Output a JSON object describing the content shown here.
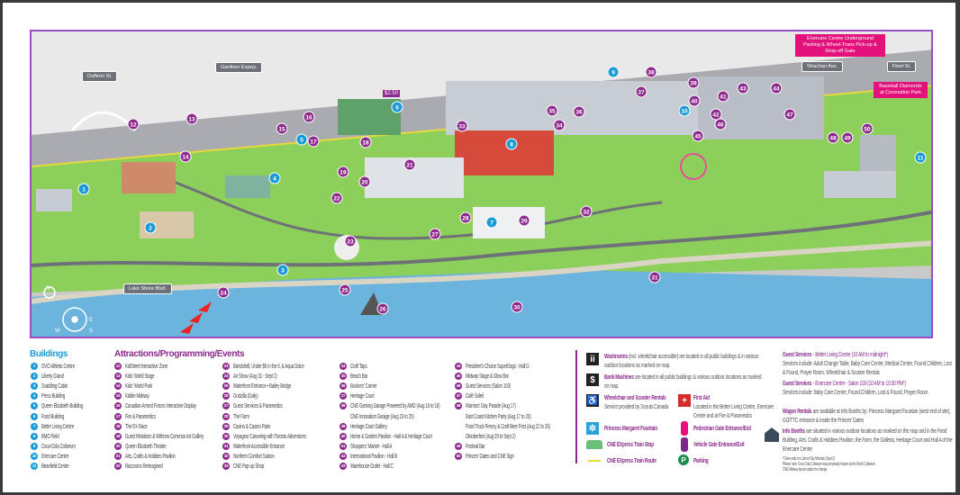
{
  "map": {
    "street_labels": [
      "Dufferin St.",
      "Gardiner Expwy.",
      "Strachan Ave.",
      "Fleet St.",
      "Lake Shore Blvd."
    ],
    "callouts": [
      "Enercare Centre Underground Parking & Wheel-Trans Pick-up & Drop-off Gate",
      "Baseball Diamonds at Coronation Park"
    ],
    "compass": [
      "N",
      "E",
      "S",
      "W"
    ],
    "price_badge": "$2.50",
    "markers": [
      "1",
      "2",
      "3",
      "4",
      "5",
      "6",
      "7",
      "8",
      "9",
      "10",
      "11",
      "12",
      "13",
      "14",
      "15",
      "16",
      "17",
      "18",
      "19",
      "20",
      "21",
      "22",
      "23",
      "24",
      "25",
      "26",
      "27",
      "28",
      "29",
      "30",
      "31",
      "32",
      "33",
      "34",
      "35",
      "36",
      "37",
      "38",
      "39",
      "40",
      "41",
      "42",
      "43",
      "44",
      "45",
      "46",
      "47",
      "48",
      "49",
      "50"
    ]
  },
  "legend": {
    "buildings_title": "Buildings",
    "buildings": [
      {
        "n": "1",
        "label": "OVO Athletic Centre"
      },
      {
        "n": "2",
        "label": "Liberty Grand"
      },
      {
        "n": "3",
        "label": "Scadding Cabin"
      },
      {
        "n": "4",
        "label": "Press Building"
      },
      {
        "n": "5",
        "label": "Queen Elizabeth Building"
      },
      {
        "n": "6",
        "label": "Food Building"
      },
      {
        "n": "7",
        "label": "Better Living Centre"
      },
      {
        "n": "8",
        "label": "BMO Field"
      },
      {
        "n": "9",
        "label": "Coca-Cola Coliseum"
      },
      {
        "n": "10",
        "label": "Enercare Centre"
      },
      {
        "n": "11",
        "label": "Beanfield Centre"
      }
    ],
    "attractions_title": "Attractions/Programming/Events",
    "attractions": [
      {
        "n": "12",
        "label": "KidStreet Interactive Zone"
      },
      {
        "n": "13",
        "label": "Kids' World Stage"
      },
      {
        "n": "14",
        "label": "Kids' World Park"
      },
      {
        "n": "15",
        "label": "Kiddie Midway"
      },
      {
        "n": "16",
        "label": "Canadian Armed Forces Interactive Display"
      },
      {
        "n": "17",
        "label": "Fire & Paramedics"
      },
      {
        "n": "18",
        "label": "The EX Race"
      },
      {
        "n": "19",
        "label": "Guest Relations & Withrow Common Art Gallery"
      },
      {
        "n": "20",
        "label": "Queen Elizabeth Theatre"
      },
      {
        "n": "21",
        "label": "Arts, Crafts & Hobbies Pavilion"
      },
      {
        "n": "22",
        "label": "Raccoons Reimagined"
      },
      {
        "n": "23",
        "label": "Bandshell, Under $6 in the 6, & Aqua Dolce"
      },
      {
        "n": "24",
        "label": "Air Show (Aug 31 - Sept 2)"
      },
      {
        "n": "25",
        "label": "Waterfront Entrance • Bailey Bridge"
      },
      {
        "n": "26",
        "label": "Godzilla (Daily)"
      },
      {
        "n": "27",
        "label": "Guest Services & Paramedics"
      },
      {
        "n": "28",
        "label": "The Farm"
      },
      {
        "n": "29",
        "label": "Casino & Casino Patio"
      },
      {
        "n": "30",
        "label": "Voyageur Canoeing with Toronto Adventures"
      },
      {
        "n": "31",
        "label": "Waterfront Accessible Entrance"
      },
      {
        "n": "32",
        "label": "Northern Comfort Saloon"
      },
      {
        "n": "33",
        "label": "CNE Pop-up Shop"
      },
      {
        "n": "34",
        "label": "Craft Taps"
      },
      {
        "n": "35",
        "label": "Beach Bar"
      },
      {
        "n": "36",
        "label": "Buskers' Corner"
      },
      {
        "n": "37",
        "label": "Heritage Court"
      },
      {
        "n": "38",
        "label": "CNE Gaming Garage Powered by AMD (Aug 16 to 18)",
        "extra": "CNE Innovation Garage (Aug 23 to 25)"
      },
      {
        "n": "39",
        "label": "Heritage Court Gallery"
      },
      {
        "n": "40",
        "label": "Home & Garden Pavilion - Hall A & Heritage Court"
      },
      {
        "n": "41",
        "label": "Shoppers' Market - Hall A"
      },
      {
        "n": "42",
        "label": "International Pavilion - Hall B"
      },
      {
        "n": "43",
        "label": "Warehouse Outlet - Hall C"
      },
      {
        "n": "44",
        "label": "President's Choice SuperDogs - Hall D"
      },
      {
        "n": "45",
        "label": "Midway Stage & Glow Bar"
      },
      {
        "n": "46",
        "label": "Guest Services (Salon 103)"
      },
      {
        "n": "47",
        "label": "Café Soleil"
      },
      {
        "n": "48",
        "label": "Warriors' Day Parade (Aug 17)",
        "extra1": "East Coast Kitchen Party (Aug 17 to 20)",
        "extra2": "Food Truck Frenzy & Craft Beer Fest (Aug 22 to 26)",
        "extra3": "Oktoberfest (Aug 29 to Sept 2)"
      },
      {
        "n": "49",
        "label": "Festival Bar"
      },
      {
        "n": "50",
        "label": "Princes' Gates and CNE Sign"
      }
    ],
    "amenities": {
      "washrooms_title": "Washrooms",
      "washrooms_text": "(incl. wheelchair accessible) are located in all public buildings & in various outdoor locations as marked on map.",
      "bank_title": "Bank Machines",
      "bank_text": "are located in all public buildings & various outdoor locations as marked on map.",
      "wheelchair_title": "Wheelchair and Scooter Rentals",
      "wheelchair_text": "Service provided by Scouts Canada",
      "first_aid_title": "First Aid",
      "first_aid_text": "Located in the Better Living Centre, Enercare Centre and at Fire & Paramedics",
      "fountain": "Princess Margaret Fountain",
      "ped_gate": "Pedestrian Gate Entrance/Exit",
      "train_stop": "CNE EXpress Train Stop",
      "vehicle_gate": "Vehicle Gate Entrance/Exit",
      "train_route": "CNE EXpress Train Route",
      "parking": "Parking"
    },
    "services": {
      "gs1_title": "Guest Services",
      "gs1_sub": "- Better Living Centre (10 AM to midnight*)",
      "gs1_text": "Services include: Adult Change Table, Baby Care Centre, Medical Centre, Found Children, Lost & Found, Prayer Room, Wheelchair & Scooter Rentals",
      "gs2_title": "Guest Services",
      "gs2_sub": "- Enercare Centre - Salon 103 (10 AM to 10:30 PM*)",
      "gs2_text": "Services include: Baby Care Centre, Found Children, Lost & Found, Prayer Room",
      "wagon_title": "Wagon Rentals",
      "wagon_text": "are available at Info Booths by: Princess Margaret Fountain (west end of site), GO/TTC entrance & inside the Princes' Gates",
      "info_title": "Info Booths",
      "info_text": "are situated in various outdoor locations as marked on the map and in the Food Building, Arts, Crafts & Hobbies Pavilion, the Farm, the Galleria, Heritage Court and Hall A of the Enercare Centre",
      "note1": "*Close early on Labour Day Monday (Sept 2)",
      "note2": "Please note: Coca-Cola Coliseum was previously known as the Ricoh Coliseum.",
      "note3": "CNE Midway layout subject to change."
    }
  },
  "colors": {
    "building": "#1a9ad6",
    "attraction": "#8e2a8e",
    "pink": "#e2127a",
    "grass": "#8ccf5a",
    "lake": "#6ab4de",
    "frame": "#9b4fc0"
  }
}
